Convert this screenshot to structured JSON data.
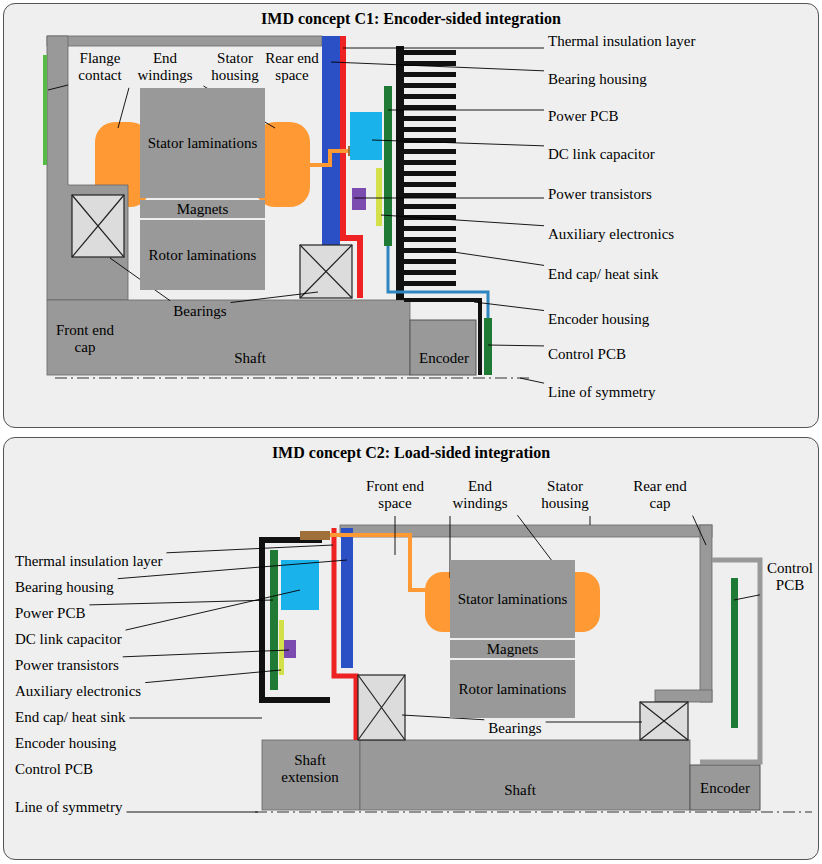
{
  "diagram": {
    "nodes": [
      {
        "text": [
          "IMD concept C1: Encoder-sided integration"
        ]
      },
      {
        "text": [
          "Stator laminations"
        ],
        "in": 0
      },
      {
        "text": [
          "Magnets"
        ],
        "in": 0
      },
      {
        "text": [
          "Rotor laminations"
        ],
        "in": 0
      },
      {
        "text": [
          "IMD concept C2: Load-sided integration"
        ]
      },
      {
        "text": [
          "Stator laminations"
        ],
        "in": 4
      },
      {
        "text": [
          "Magnets"
        ],
        "in": 4
      },
      {
        "text": [
          "Rotor laminations"
        ],
        "in": 4
      }
    ],
    "labels": [
      "Flange contact",
      "End windings",
      "Stator housing",
      "Rear end space",
      "Thermal insulation layer",
      "Bearing housing",
      "Power PCB",
      "DC link capacitor",
      "Power transistors",
      "Auxiliary electronics",
      "End cap/ heat sink",
      "Encoder housing",
      "Control PCB",
      "Line of symmetry",
      "Front end cap",
      "Bearings",
      "Shaft",
      "Encoder",
      "Thermal insulation layer",
      "Bearing housing",
      "Power PCB",
      "DC link capacitor",
      "Power transistors",
      "Auxiliary electronics",
      "End cap/ heat sink",
      "Encoder housing",
      "Control PCB",
      "Line of symmetry",
      "Front end space",
      "End windings",
      "Stator housing",
      "Rear end cap",
      "Control PCB",
      "Bearings",
      "Shaft extension",
      "Shaft",
      "Encoder"
    ]
  }
}
